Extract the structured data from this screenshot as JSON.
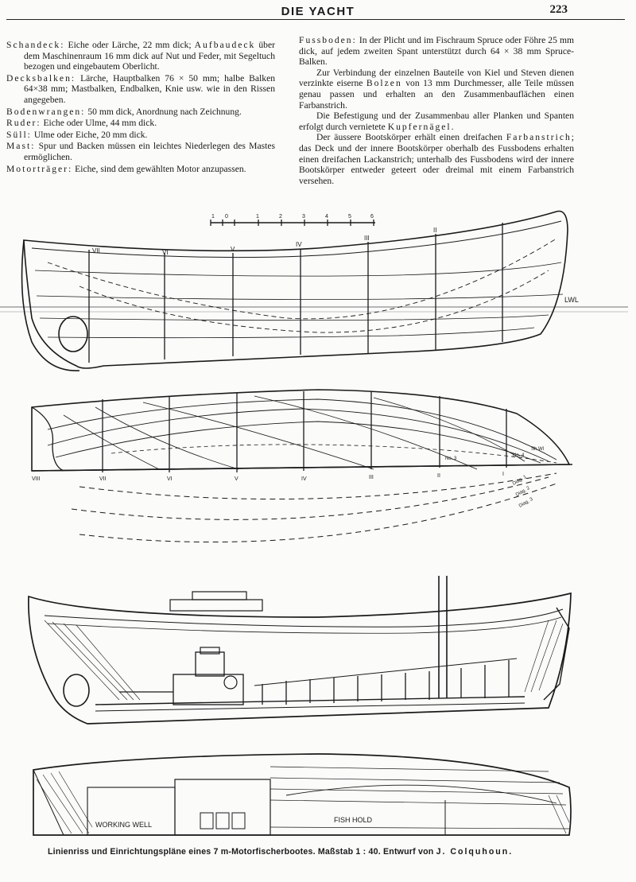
{
  "header": {
    "title": "DIE YACHT",
    "page_number": "223"
  },
  "left_column": [
    {
      "term": "Schandeck:",
      "text": "Eiche oder Lärche, 22 mm dick; ",
      "term2": "Aufbaudeck",
      "text2": "über dem Maschinenraum 16 mm dick auf Nut und Feder, mit Segeltuch bezogen und eingebautem Oberlicht."
    },
    {
      "term": "Decksbalken:",
      "text": "Lärche, Hauptbalken 76 × 50 mm; halbe Balken 64×38 mm; Mastbalken, Endbalken, Knie usw. wie in den Rissen angegeben."
    },
    {
      "term": "Bodenwrangen:",
      "text": "50 mm dick, Anordnung nach Zeichnung."
    },
    {
      "term": "Ruder:",
      "text": "Eiche oder Ulme, 44 mm dick."
    },
    {
      "term": "Süll:",
      "text": "Ulme oder Eiche, 20 mm dick."
    },
    {
      "term": "Mast:",
      "text": "Spur und Backen müssen ein leichtes Niederlegen des Mastes ermöglichen."
    },
    {
      "term": "Motorträger:",
      "text": "Eiche, sind dem gewählten Motor anzupassen."
    }
  ],
  "right_column": {
    "fussboden_term": "Fussboden:",
    "fussboden_text": "In der Plicht und im Fischraum Spruce oder Föhre 25 mm dick, auf jedem zweiten Spant unterstützt durch 64 × 38 mm Spruce-Balken.",
    "p2_before": "Zur Verbindung der einzelnen Bauteile von Kiel und Steven dienen verzinkte eiserne ",
    "p2_bolzen": "Bolzen",
    "p2_after": " von 13 mm Durchmesser, alle Teile müssen genau passen und erhalten an den Zusammenbauflächen einen Farbanstrich.",
    "p3_before": "Die Befestigung und der Zusammenbau aller Planken und Spanten erfolgt durch vernietete ",
    "p3_kupfer": "Kupfernägel",
    "p3_after": ".",
    "p4_before": "Der äussere Bootskörper erhält einen dreifachen ",
    "p4_farb": "Farbanstrich",
    "p4_after": "; das Deck und der innere Bootskörper oberhalb des Fussbodens erhalten einen dreifachen Lackanstrich; unterhalb des Fussbodens wird der innere Bootskörper entweder geteert oder dreimal mit einem Farbanstrich versehen."
  },
  "drawing_labels": {
    "lwl": "LWL",
    "station_numerals": [
      "VIII",
      "VII",
      "VI",
      "V",
      "IV",
      "III",
      "II",
      "I"
    ],
    "scale_numbers": [
      "1",
      "0",
      "1",
      "2",
      "3",
      "4",
      "5",
      "6"
    ],
    "waterline_labels": [
      "No. 3",
      "No. 4",
      "Sh Wl"
    ],
    "diagonal_labels": [
      "Diag. 1",
      "Diag. 2",
      "Diag. 3"
    ],
    "working_well": "WORKING WELL",
    "fish_hold": "FISH HOLD"
  },
  "caption": {
    "main": "Linienriss und Einrichtungspläne eines 7 m-Motorfischerbootes.",
    "scale": "Maßstab 1 : 40.",
    "design_prefix": "Entwurf von",
    "designer": "J. Colquhoun."
  }
}
